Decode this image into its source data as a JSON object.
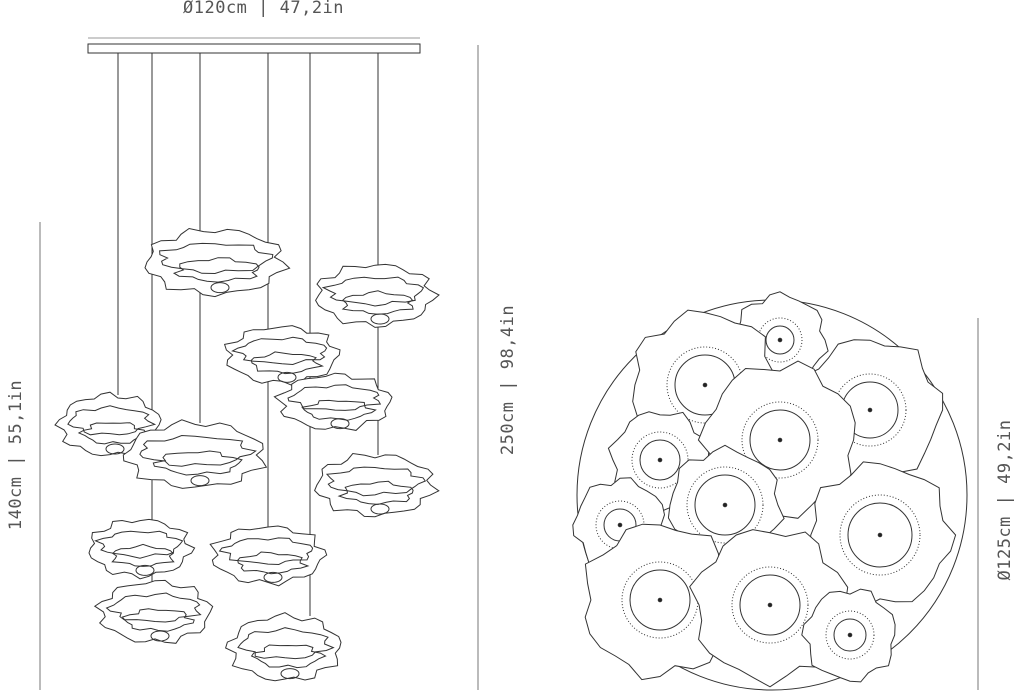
{
  "dimensions": {
    "canopy_diameter": "Ø120cm | 47,2in",
    "cluster_height": "140cm | 55,1in",
    "total_height": "250cm | 98,4in",
    "cluster_diameter": "Ø125cm | 49,2in"
  },
  "colors": {
    "line": "#333333",
    "text": "#555555"
  }
}
